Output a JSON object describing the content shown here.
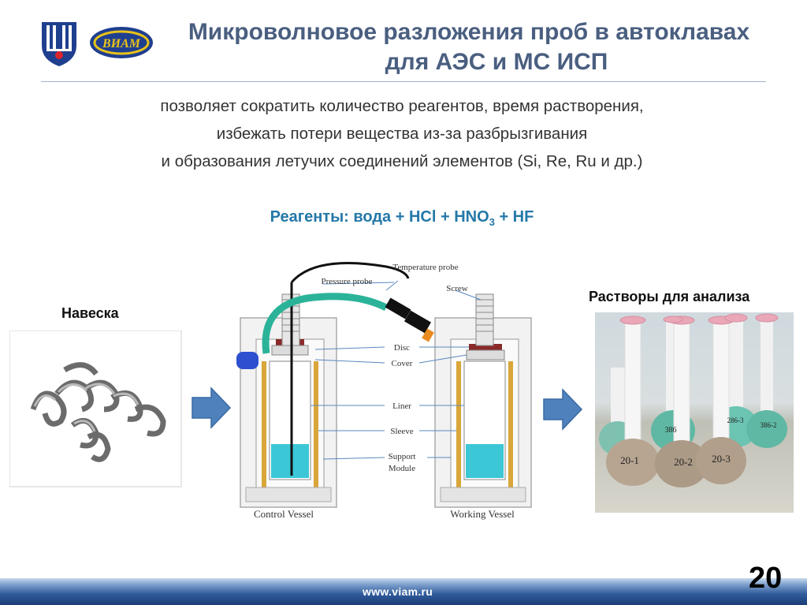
{
  "header": {
    "title_line1": "Микроволновое разложения проб в автоклавах",
    "title_line2": "для АЭС и МС ИСП",
    "logo_right_text": "ВИАМ"
  },
  "intro": {
    "line1": "позволяет сократить количество реагентов, время растворения,",
    "line2": "избежать потери вещества из-за разбрызгивания",
    "line3": "и образования летучих соединений элементов (Si, Re, Ru и др.)"
  },
  "reagents": {
    "prefix": "Реагенты: вода + HCl + HNO",
    "subscript": "3",
    "suffix": " + HF"
  },
  "left_panel": {
    "label": "Навеска"
  },
  "right_panel": {
    "label": "Растворы для анализа",
    "flask_labels": [
      "20-1",
      "20-2",
      "20-3",
      "386",
      "286-3",
      "386-2"
    ]
  },
  "diagram": {
    "labels": {
      "temperature_probe": "Temperature probe",
      "pressure_probe": "Pressure probe",
      "screw": "Screw",
      "disc": "Disc",
      "cover": "Cover",
      "liner": "Liner",
      "sleeve": "Sleeve",
      "support": "Support",
      "module": "Module",
      "control_vessel": "Control Vessel",
      "working_vessel": "Working Vessel"
    }
  },
  "footer": {
    "url": "www.viam.ru",
    "page_number": "20"
  },
  "colors": {
    "title": "#4a5f80",
    "reagents": "#2478a8",
    "arrow": "#4f81bd",
    "liquid": "#3cc7d6",
    "footer": "#2f5a9a"
  }
}
